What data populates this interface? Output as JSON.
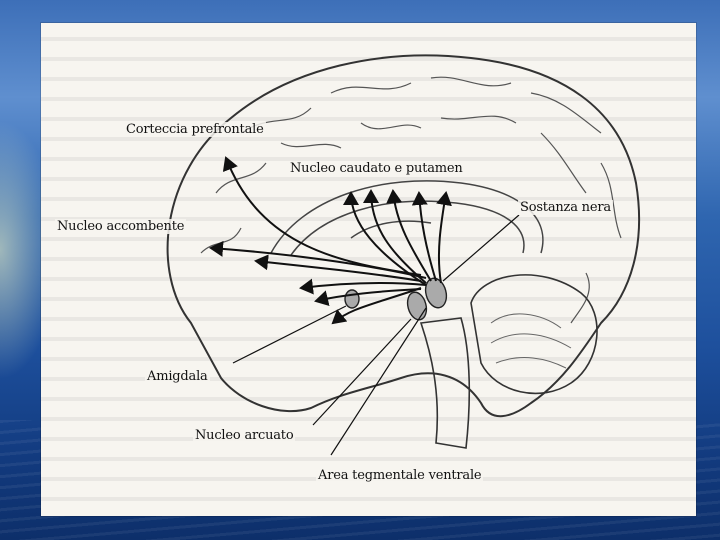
{
  "colors": {
    "background_top": "#3d6fb8",
    "background_bottom": "#0d2f6a",
    "slide": "#f7f5f0",
    "ink": "#111111"
  },
  "diagram": {
    "labels": {
      "prefrontal_cortex": "Corteccia prefrontale",
      "caudate_putamen": "Nucleo caudato e putamen",
      "nucleus_accumbens": "Nucleo accombente",
      "substantia_nigra": "Sostanza nera",
      "amygdala": "Amigdala",
      "arcuate_nucleus": "Nucleo arcuato",
      "ventral_tegmental_area": "Area tegmentale ventrale"
    }
  }
}
